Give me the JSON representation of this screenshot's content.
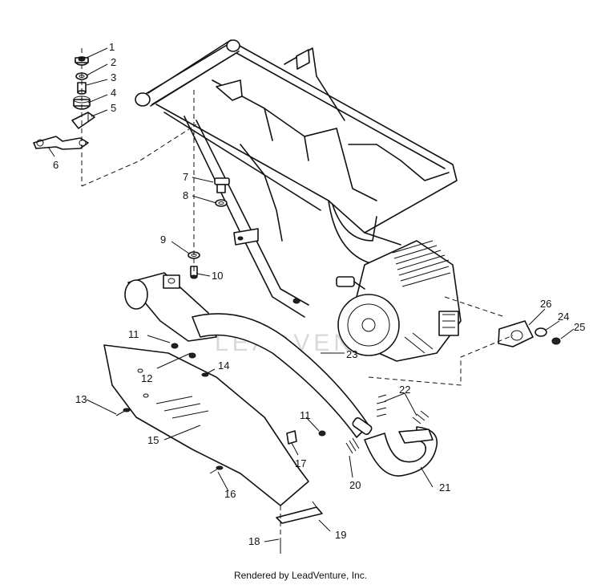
{
  "diagram": {
    "watermark": "LEADVENTURE",
    "credit": "Rendered by LeadVenture, Inc.",
    "callouts": [
      "1",
      "2",
      "3",
      "4",
      "5",
      "6",
      "7",
      "8",
      "9",
      "10",
      "11",
      "12",
      "13",
      "14",
      "15",
      "16",
      "17",
      "18",
      "19",
      "20",
      "21",
      "22",
      "23",
      "24",
      "25",
      "26",
      "11"
    ]
  }
}
